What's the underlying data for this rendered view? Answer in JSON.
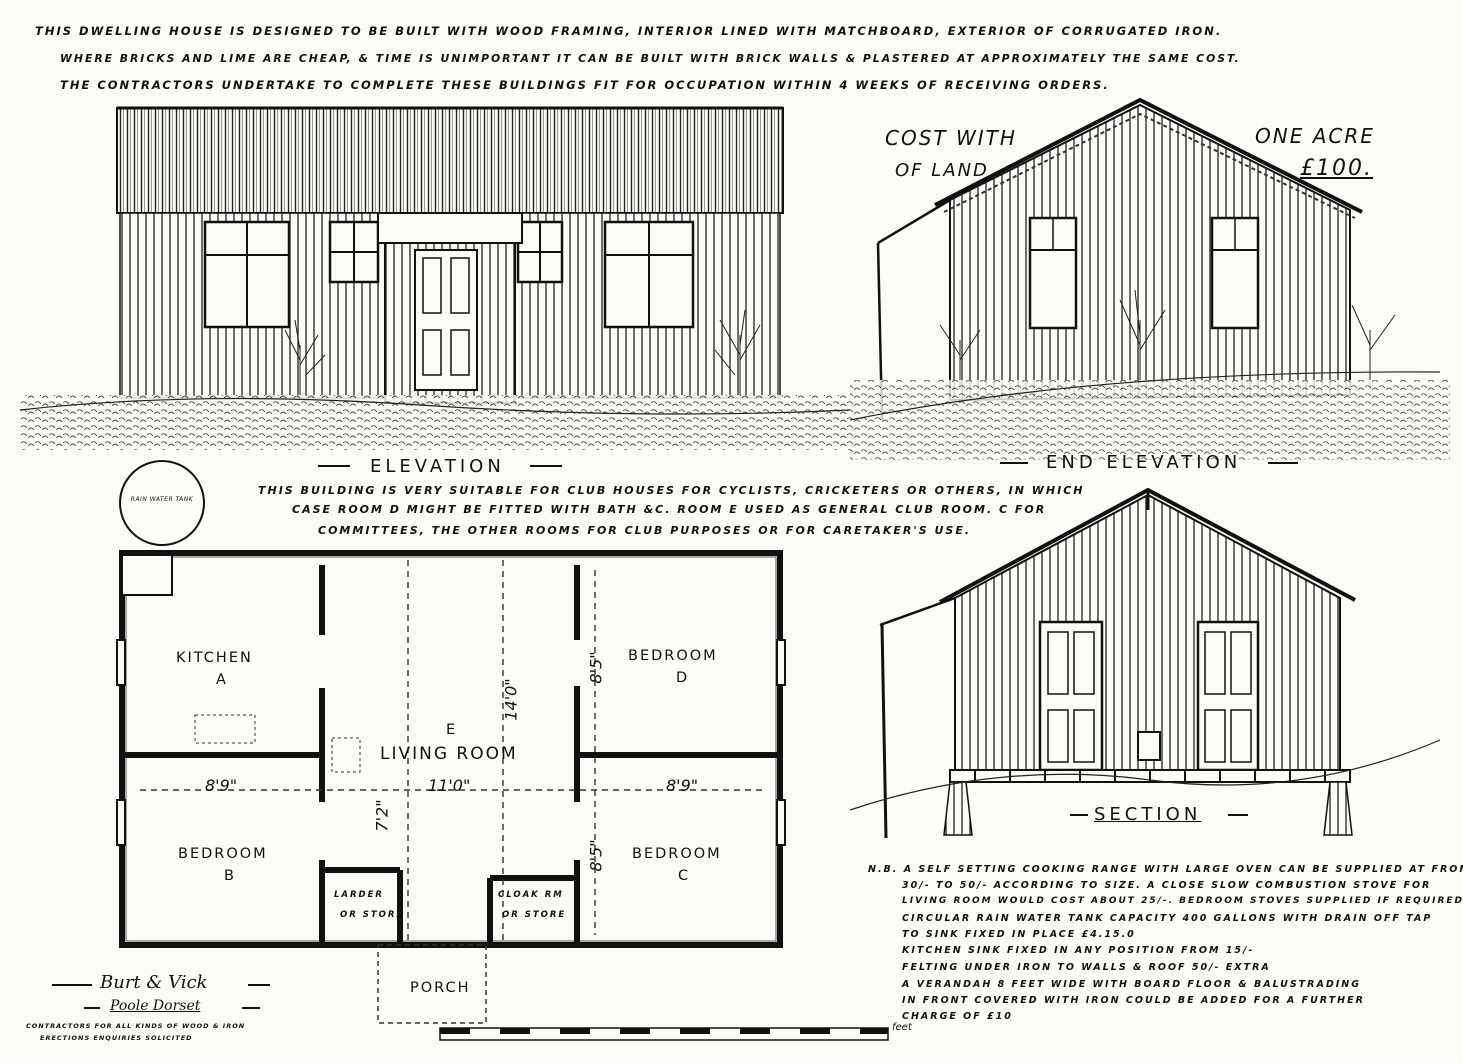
{
  "header": {
    "line1": "This Dwelling House is designed to be built with wood framing, interior lined with Matchboard, exterior of Corrugated Iron.",
    "line2": "Where Bricks and Lime are cheap, & time is unimportant it can be built with brick walls & plastered at approximately the same cost.",
    "line3": "The Contractors undertake to complete these buildings fit for occupation within 4 weeks of receiving orders."
  },
  "cost": {
    "part1": "Cost with",
    "part2": "of Land",
    "part3": "One Acre",
    "price": "£100."
  },
  "captions": {
    "elevation": "Elevation",
    "end_elevation": "End Elevation",
    "section": "Section"
  },
  "club_note": {
    "line1": "This Building is very suitable for Club Houses for Cyclists, Cricketers or others, in which",
    "line2": "case Room D might be fitted with Bath &c. Room E used as general Club Room. C for",
    "line3": "Committees, the other rooms for club purposes or for caretaker's use."
  },
  "tank_label": "Rain Water Tank",
  "plan": {
    "kitchen": "Kitchen",
    "kitchen_letter": "A",
    "bedroom_b": "Bedroom",
    "bedroom_b_letter": "B",
    "living_letter": "E",
    "living": "Living Room",
    "bedroom_d": "Bedroom",
    "bedroom_d_letter": "D",
    "bedroom_c": "Bedroom",
    "bedroom_c_letter": "C",
    "larder": "Larder",
    "larder2": "or Store",
    "cloak": "Cloak Rm",
    "cloak2": "or Store",
    "porch": "Porch"
  },
  "dimensions": {
    "left_width": "8'9\"",
    "center_width": "11'0\"",
    "right_width": "8'9\"",
    "depth": "14'0\"",
    "upper_room": "8'5\"",
    "lower_room": "8'5\"",
    "passage": "7'2\""
  },
  "notes": {
    "nb1": "N.B. A self setting cooking range with large oven can be supplied at from",
    "nb2": "30/- to 50/- according to size. A close slow combustion stove for",
    "nb3": "Living Room would cost about 25/-. Bedroom stoves supplied if required.",
    "nb4": "Circular rain water tank capacity 400 gallons with drain off tap",
    "nb5": "to sink fixed in place £4.15.0",
    "nb6": "Kitchen sink fixed in any position from 15/-",
    "nb7": "Felting under iron to walls & roof 50/- extra",
    "nb8": "A verandah 8 feet wide with board floor & balustrading",
    "nb9": "in front covered with iron could be added for a further",
    "nb10": "charge of £10"
  },
  "maker": {
    "name": "Burt & Vick",
    "place": "Poole Dorset",
    "desc1": "Contractors for all kinds of Wood & Iron",
    "desc2": "Erections Enquiries solicited"
  },
  "scale": {
    "feet": "feet"
  }
}
